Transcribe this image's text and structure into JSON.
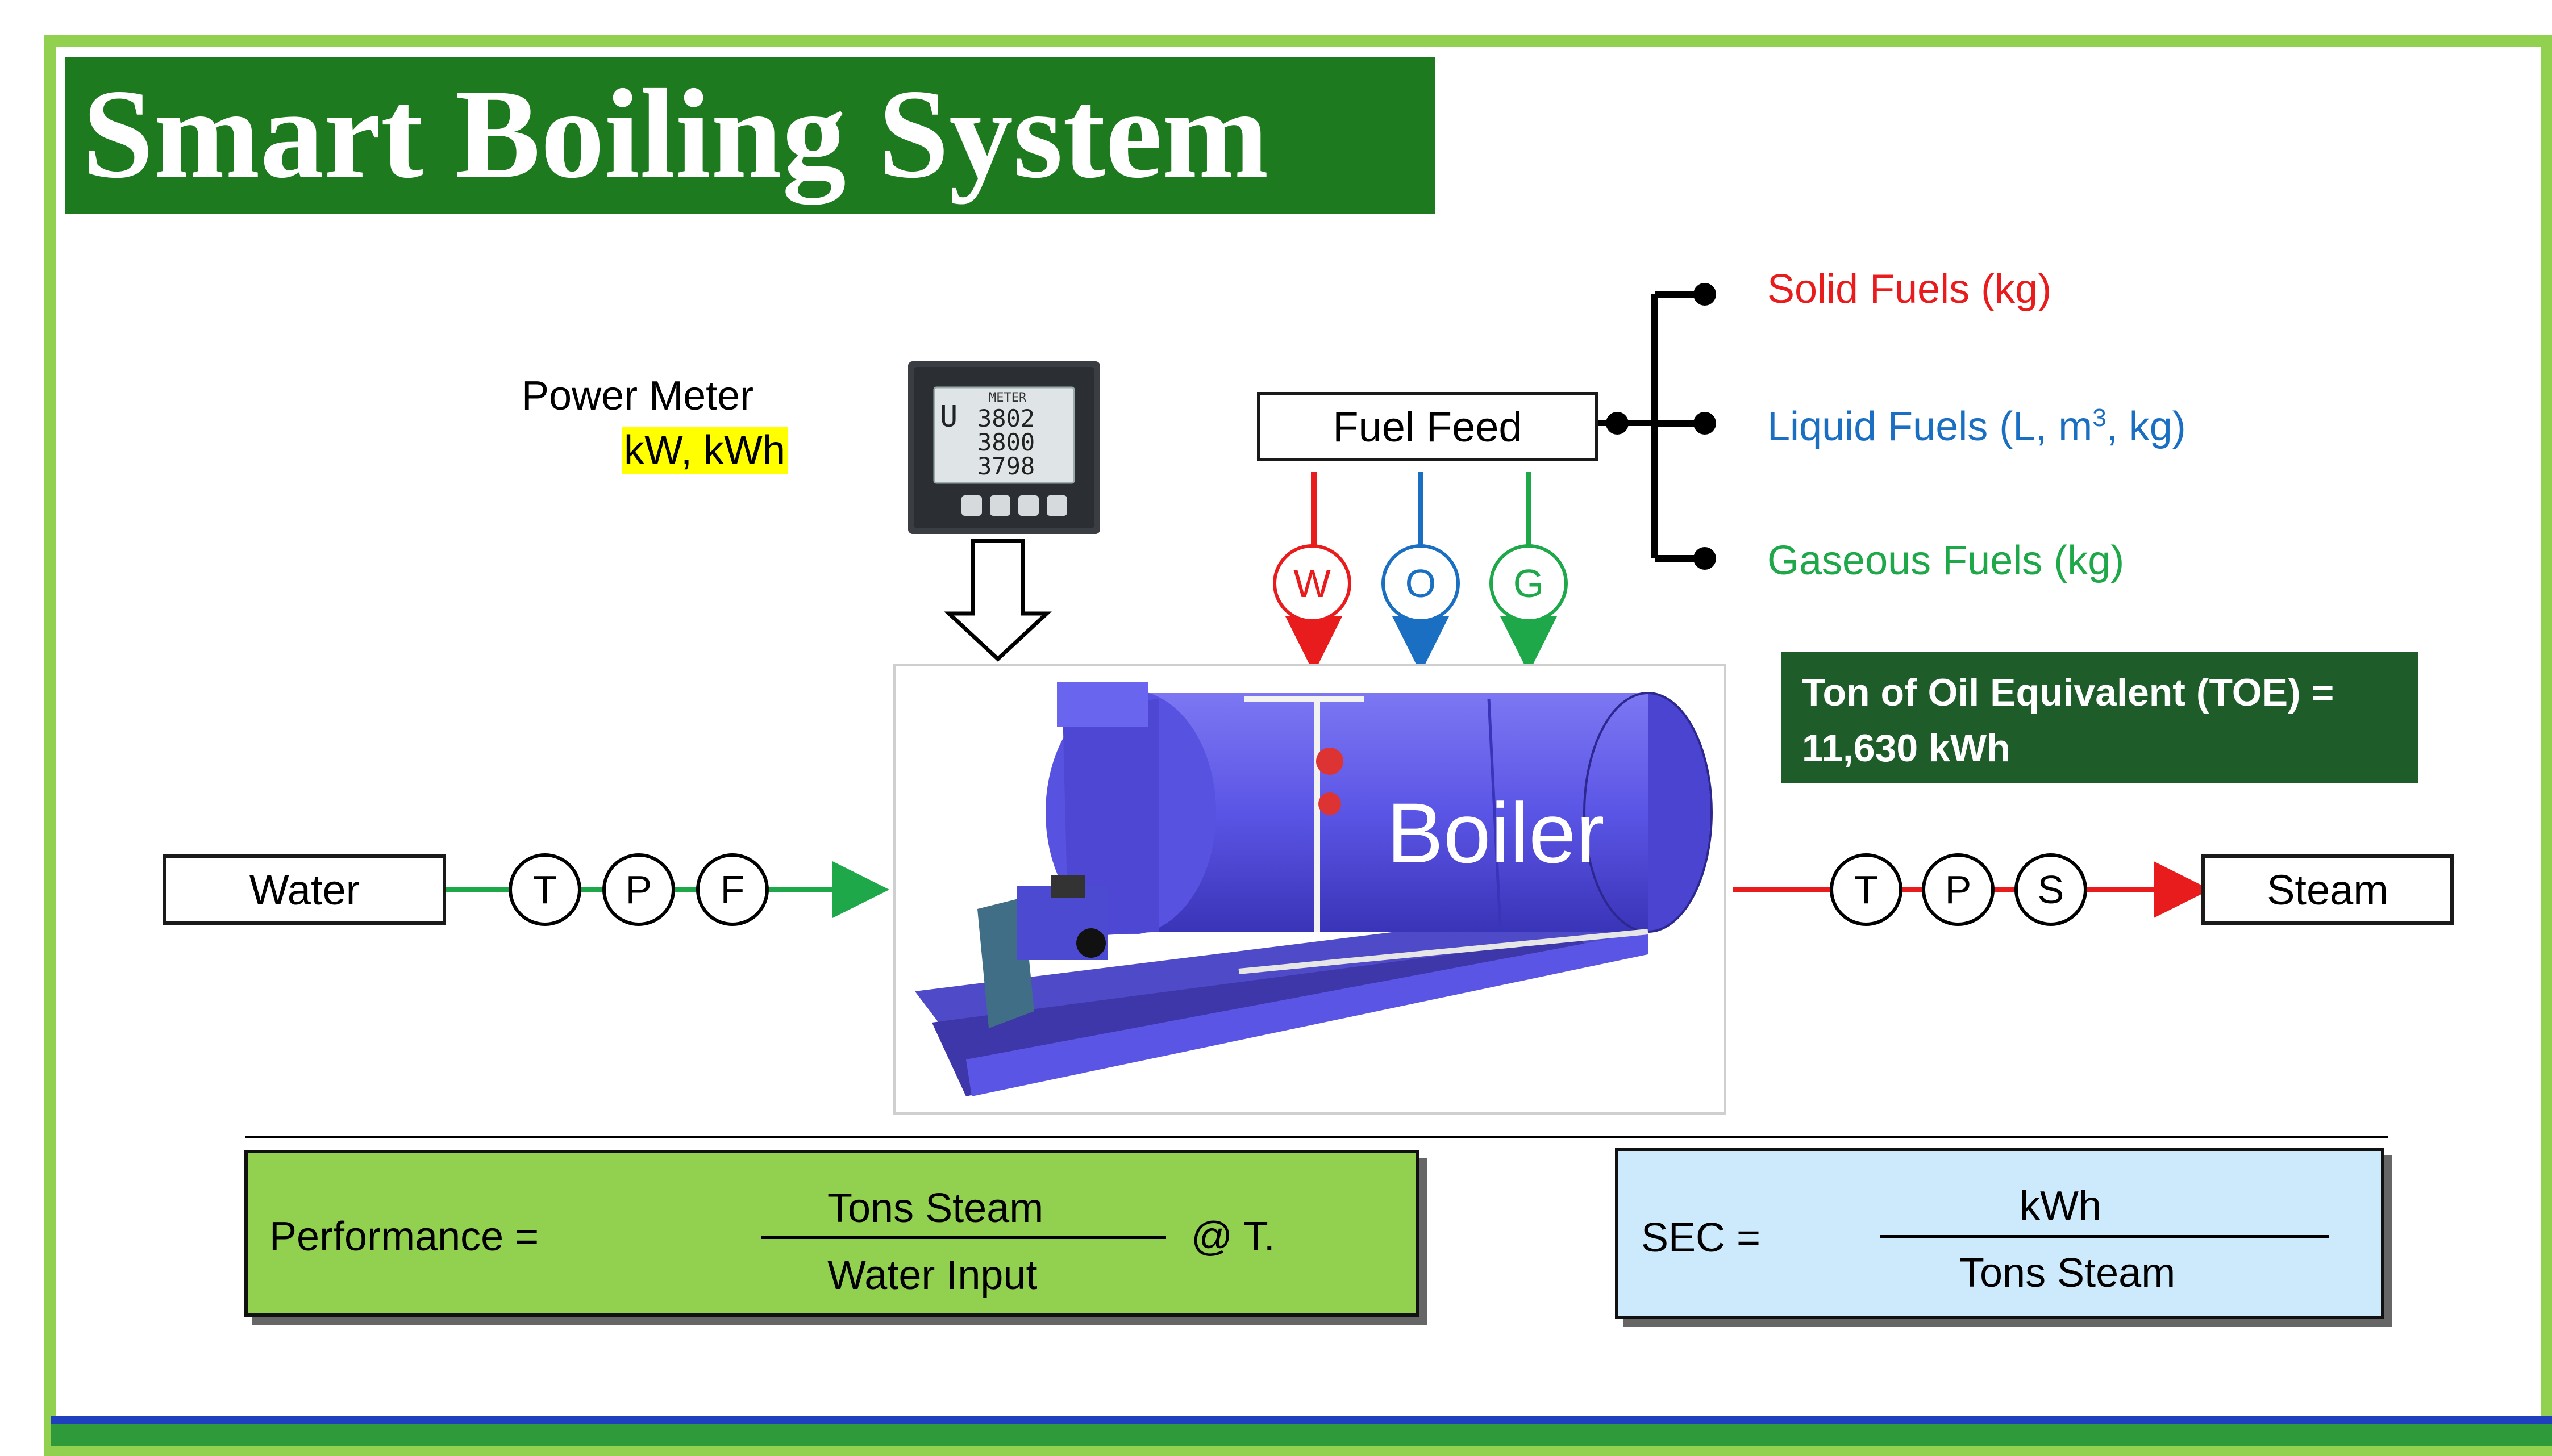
{
  "title": "Smart Boiling System",
  "power_meter": {
    "label": "Power Meter",
    "units": "kW, kWh",
    "display_header": "METER",
    "readings": [
      "3802",
      "3800",
      "3798"
    ],
    "phase_letter": "U"
  },
  "fuel_feed": {
    "label": "Fuel Feed",
    "fuels": [
      {
        "label": "Solid Fuels (kg)",
        "color": "#e81c1c"
      },
      {
        "label": "Liquid Fuels (L, m",
        "sup": "3",
        "label_end": ", kg)",
        "color": "#1a6fc2"
      },
      {
        "label": "Gaseous Fuels (kg)",
        "color": "#1ea84a"
      }
    ],
    "meters": [
      {
        "letter": "W",
        "color": "#e81c1c"
      },
      {
        "letter": "O",
        "color": "#1a6fc2"
      },
      {
        "letter": "G",
        "color": "#1ea84a"
      }
    ]
  },
  "boiler_label": "Boiler",
  "toe": {
    "line1": "Ton of Oil Equivalent (TOE) =",
    "line2": "11,630 kWh"
  },
  "water": {
    "label": "Water",
    "sensors": [
      "T",
      "P",
      "F"
    ]
  },
  "steam": {
    "label": "Steam",
    "sensors": [
      "T",
      "P",
      "S"
    ]
  },
  "performance": {
    "label": "Performance =",
    "numerator": "Tons Steam",
    "denominator": "Water Input",
    "suffix": "@ T."
  },
  "sec": {
    "label": "SEC =",
    "numerator": "kWh",
    "denominator": "Tons Steam"
  },
  "colors": {
    "accent_green": "#92d050",
    "title_green": "#1e7a1e",
    "toe_green": "#1e5c2a",
    "sec_blue": "#cdeafc",
    "perf_green": "#92d050",
    "boiler_blue": "#5b55e6",
    "footer_blue": "#1f3fbf"
  }
}
